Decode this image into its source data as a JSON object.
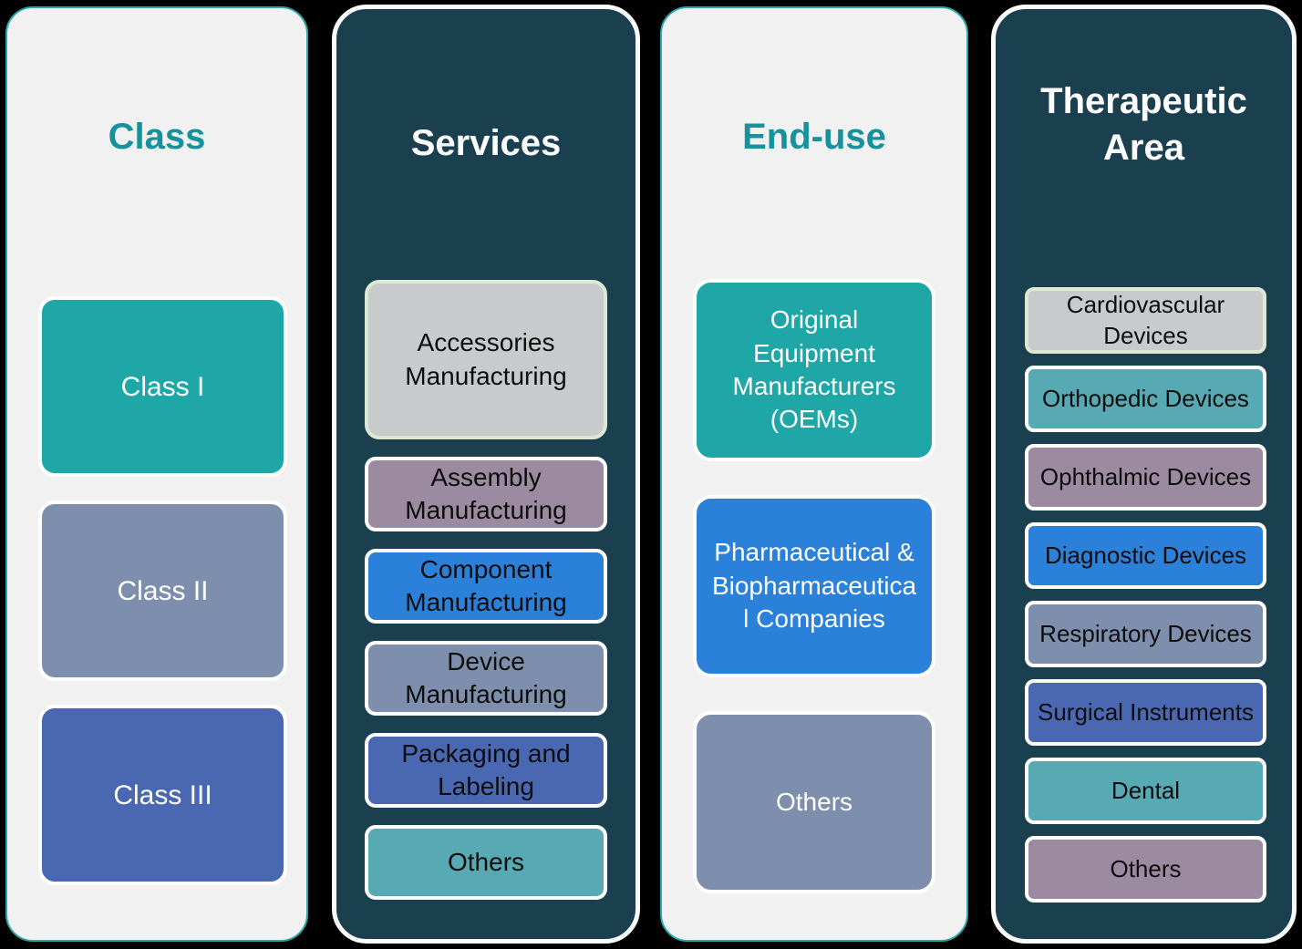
{
  "page": {
    "background": "#000000"
  },
  "columns": [
    {
      "id": "class",
      "title": "Class",
      "variant": "light",
      "title_color": "#15929B",
      "card_bg": "#F1F1F2",
      "card_border": "#2AA9AC",
      "items": [
        {
          "label": "Class I",
          "bg": "#1FA6A6",
          "text_color": "#FFFFFF",
          "border_color": "#FFFFFF"
        },
        {
          "label": "Class II",
          "bg": "#7D8FAC",
          "text_color": "#FFFFFF",
          "border_color": "#FFFFFF"
        },
        {
          "label": "Class III",
          "bg": "#4A68B2",
          "text_color": "#FFFFFF",
          "border_color": "#FFFFFF"
        }
      ]
    },
    {
      "id": "services",
      "title": "Services",
      "variant": "dark",
      "title_color": "#FFFFFF",
      "card_bg": "#1A3F4E",
      "card_border": "#FBFBFB",
      "items": [
        {
          "label": "Accessories Manufacturing",
          "bg": "#C7CBCB",
          "text_color": "#0D0D0D",
          "border_color": "#DCE8D2"
        },
        {
          "label": "Assembly Manufacturing",
          "bg": "#9C8BA0",
          "text_color": "#0D0D0D",
          "border_color": "#FFFFFF"
        },
        {
          "label": "Component Manufacturing",
          "bg": "#2B80DA",
          "text_color": "#0D0D0D",
          "border_color": "#FFFFFF"
        },
        {
          "label": "Device Manufacturing",
          "bg": "#7D8FAC",
          "text_color": "#0D0D0D",
          "border_color": "#FFFFFF"
        },
        {
          "label": "Packaging and Labeling",
          "bg": "#4A68B2",
          "text_color": "#0D0D0D",
          "border_color": "#FFFFFF"
        },
        {
          "label": "Others",
          "bg": "#57A9B3",
          "text_color": "#0D0D0D",
          "border_color": "#FFFFFF"
        }
      ]
    },
    {
      "id": "end-use",
      "title": "End-use",
      "variant": "light",
      "title_color": "#15929B",
      "card_bg": "#F1F1F2",
      "card_border": "#2AA9AC",
      "items": [
        {
          "label": "Original Equipment Manufacturers (OEMs)",
          "bg": "#1FA6A6",
          "text_color": "#FFFFFF",
          "border_color": "#FFFFFF"
        },
        {
          "label": "Pharmaceutical & Biopharmaceutical Companies",
          "bg": "#2B80DA",
          "text_color": "#FFFFFF",
          "border_color": "#FFFFFF"
        },
        {
          "label": "Others",
          "bg": "#7D8FAC",
          "text_color": "#FFFFFF",
          "border_color": "#FFFFFF"
        }
      ]
    },
    {
      "id": "therapeutic-area",
      "title": "Therapeutic Area",
      "variant": "dark",
      "title_color": "#FFFFFF",
      "card_bg": "#1A3F4E",
      "card_border": "#FBFBFB",
      "items": [
        {
          "label": "Cardiovascular Devices",
          "bg": "#C7CBCB",
          "text_color": "#0D0D0D",
          "border_color": "#DCE8D2"
        },
        {
          "label": "Orthopedic Devices",
          "bg": "#57A9B3",
          "text_color": "#0D0D0D",
          "border_color": "#FFFFFF"
        },
        {
          "label": "Ophthalmic Devices",
          "bg": "#9C8BA0",
          "text_color": "#0D0D0D",
          "border_color": "#FFFFFF"
        },
        {
          "label": "Diagnostic Devices",
          "bg": "#2B80DA",
          "text_color": "#0D0D0D",
          "border_color": "#FFFFFF"
        },
        {
          "label": "Respiratory Devices",
          "bg": "#7D8FAC",
          "text_color": "#0D0D0D",
          "border_color": "#FFFFFF"
        },
        {
          "label": "Surgical Instruments",
          "bg": "#4A68B2",
          "text_color": "#0D0D0D",
          "border_color": "#FFFFFF"
        },
        {
          "label": "Dental",
          "bg": "#57A9B3",
          "text_color": "#0D0D0D",
          "border_color": "#FFFFFF"
        },
        {
          "label": "Others",
          "bg": "#9C8BA0",
          "text_color": "#0D0D0D",
          "border_color": "#FFFFFF"
        }
      ]
    }
  ]
}
